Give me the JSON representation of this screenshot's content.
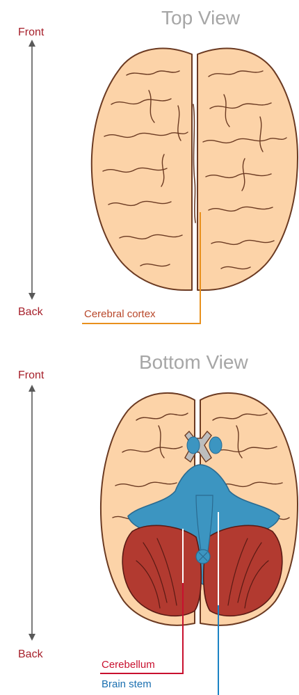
{
  "top_view": {
    "title": "Top View",
    "front_label": "Front",
    "back_label": "Back",
    "callouts": [
      {
        "label": "Cerebral cortex",
        "color": "#e8901c"
      }
    ]
  },
  "bottom_view": {
    "title": "Bottom View",
    "front_label": "Front",
    "back_label": "Back",
    "callouts": [
      {
        "label": "Cerebellum",
        "color": "#c8102e"
      },
      {
        "label": "Brain stem",
        "color": "#1a82c4"
      }
    ]
  },
  "colors": {
    "brain_fill": "#fcd3a8",
    "brain_outline": "#6b3a22",
    "cerebellum_fill": "#b23a30",
    "brain_stem_fill": "#3c95c1",
    "arrow": "#595959",
    "title": "#a6a6a6",
    "direction_text": "#a61f2a"
  }
}
